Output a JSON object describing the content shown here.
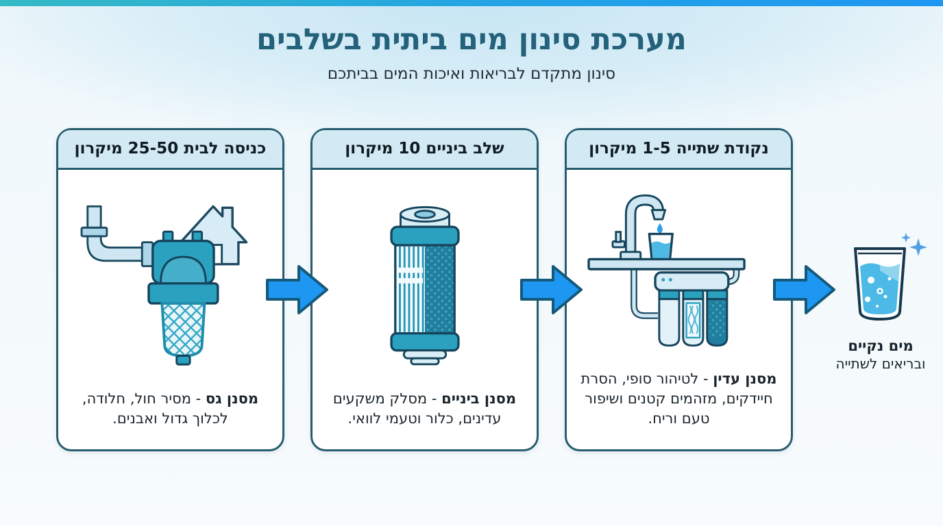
{
  "header": {
    "title": "מערכת סינון מים ביתית בשלבים",
    "subtitle": "סינון מתקדם לבריאות ואיכות המים בביתכם"
  },
  "stages": [
    {
      "title": "כניסה לבית 25-50 מיקרון",
      "desc_lead": "מסנן גס",
      "desc_rest": " - מסיר חול, חלודה, לכלוך גדול ואבנים.",
      "icon": "whole-house-sediment-filter"
    },
    {
      "title": "שלב ביניים 10 מיקרון",
      "desc_lead": "מסנן ביניים",
      "desc_rest": " - מסלק משקעים עדינים, כלור וטעמי לוואי.",
      "icon": "inline-cartridge-filter"
    },
    {
      "title": "נקודת שתייה 1-5 מיקרון",
      "desc_lead": "מסנן עדין",
      "desc_rest": " - לטיהור סופי, הסרת חיידקים, מזהמים קטנים ושיפור טעם וריח.",
      "icon": "under-sink-filter-system"
    }
  ],
  "result": {
    "line1": "מים נקיים",
    "line2": "ובריאים לשתייה",
    "icon": "clean-water-glass"
  },
  "colors": {
    "topbar_left": "#35bac6",
    "topbar_right": "#1e97f2",
    "title": "#24617a",
    "card_border": "#275d6e",
    "card_header_bg": "#d3e9f4",
    "arrow_fill": "#1e97f2",
    "arrow_outline": "#14597a",
    "illustration_teal": "#2ba1c0",
    "illustration_dark_teal": "#1f7e9d",
    "illustration_outline": "#16455c",
    "pipe_light_blue": "#cfe7f2",
    "water_blue": "#4cb9e6"
  }
}
